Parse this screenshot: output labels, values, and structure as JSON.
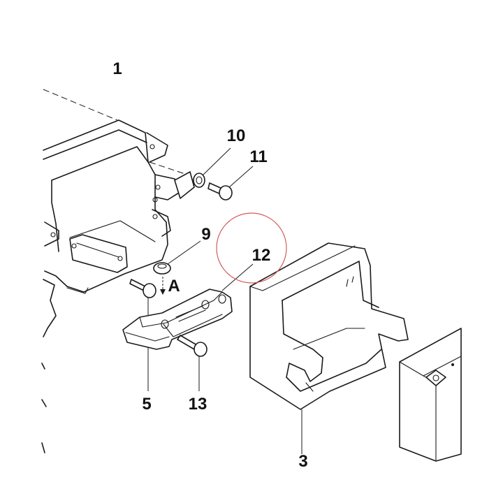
{
  "callouts": {
    "c1": "1",
    "c10": "10",
    "c11": "11",
    "c9": "9",
    "c12": "12",
    "cA": "A",
    "c5": "5",
    "c13": "13",
    "c3": "3"
  },
  "highlight_color": "#d55b5b"
}
